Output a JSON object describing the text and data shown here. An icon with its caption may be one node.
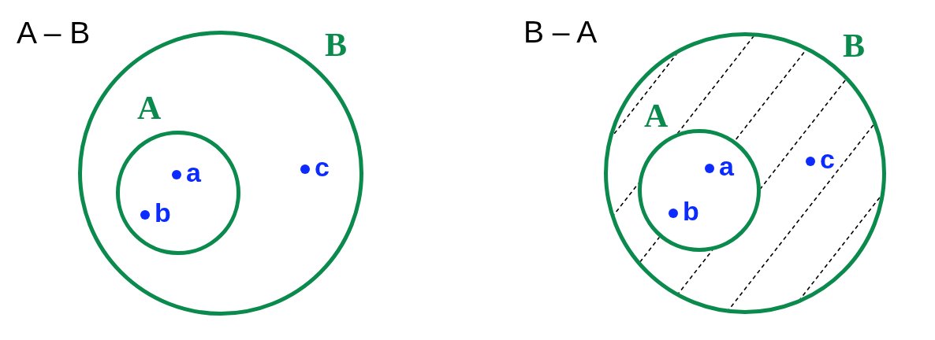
{
  "diagram": {
    "nodes": [
      {
        "text": [
          "B"
        ]
      },
      {
        "text": [
          "A"
        ],
        "in": 0
      },
      {
        "text": [
          "a"
        ],
        "in": 1
      },
      {
        "text": [
          "b"
        ],
        "in": 1
      },
      {
        "text": [
          "c"
        ],
        "in": 0
      },
      {
        "text": [
          "B"
        ]
      },
      {
        "text": [
          "A"
        ],
        "in": 5
      },
      {
        "text": [
          "a"
        ],
        "in": 6
      },
      {
        "text": [
          "b"
        ],
        "in": 6
      },
      {
        "text": [
          "c"
        ],
        "in": 5
      }
    ],
    "labels": [
      "A – B",
      "B – A"
    ]
  }
}
